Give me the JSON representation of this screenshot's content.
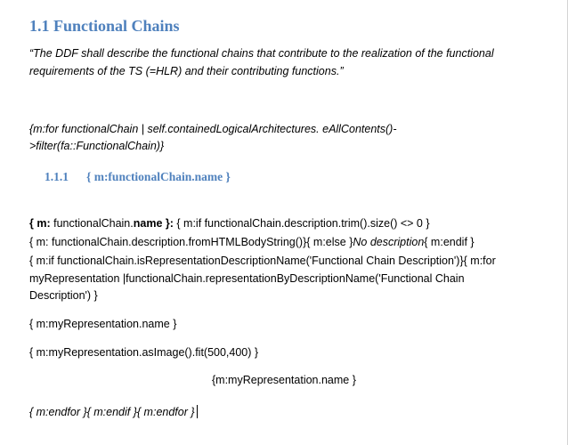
{
  "heading": {
    "title": "1.1 Functional Chains"
  },
  "quote": {
    "line1": "“The DDF shall describe the functional chains that contribute to the realization of the functional",
    "line2": "requirements of the TS (=HLR) and their contributing functions.”"
  },
  "for_block": {
    "line1": "{m:for functionalChain | self.containedLogicalArchitectures. eAllContents()-",
    "line2": ">filter(fa::FunctionalChain)}"
  },
  "subheading": {
    "number": "1.1.1",
    "title": "{ m:functionalChain.name }"
  },
  "code": {
    "l1_a": "{ m: ",
    "l1_b": "functionalChain.",
    "l1_c": "name",
    "l1_d": " }: ",
    "l1_e": "{ m:if functionalChain.description.trim().size() <> 0 }",
    "l2_a": "{ m: functionalChain.description.fromHTMLBodyString()",
    "l2_b": "}{ m:else }",
    "l2_c": "No description",
    "l2_d": "{ m:endif }",
    "l3": "{ m:if  functionalChain.isRepresentationDescriptionName('Functional Chain Description')}{ m:for",
    "l4": "myRepresentation |functionalChain.representationByDescriptionName('Functional Chain",
    "l5": "Description') }",
    "l6": "{ m:myRepresentation.name }",
    "l7": "{ m:myRepresentation.asImage().fit(500,400) }",
    "l8": "{m:myRepresentation.name }",
    "l9": "{ m:endfor }{ m:endif }{ m:endfor }"
  }
}
